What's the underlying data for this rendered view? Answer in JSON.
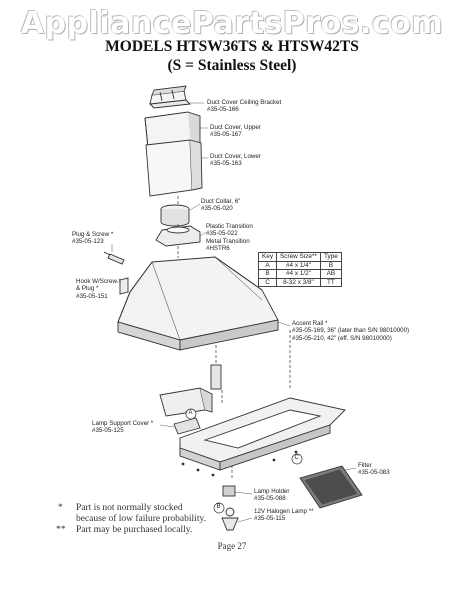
{
  "watermark": "AppliancePartsPros.com",
  "title": {
    "line1": "MODELS HTSW36TS & HTSW42TS",
    "line2": "(S = Stainless Steel)"
  },
  "parts": {
    "bracket": {
      "name": "Duct Cover Ceiling Bracket",
      "num": "#35-05-166"
    },
    "upper": {
      "name": "Duct Cover, Upper",
      "num": "#35-05-167"
    },
    "lower": {
      "name": "Duct Cover, Lower",
      "num": "#35-05-163"
    },
    "collar": {
      "name": "Duct Collar, 6\"",
      "num": "#35-05-020"
    },
    "transition": {
      "l1": "Plastic Transition",
      "l2": "#35-05-022",
      "l3": "Metal Transition",
      "l4": "#HSTR6"
    },
    "plug": {
      "name": "Plug & Screw *",
      "num": "#35-05-123"
    },
    "hook": {
      "l1": "Hook W/Screw *",
      "l2": "& Plug *",
      "l3": "#35-05-151"
    },
    "rail": {
      "l1": "Accent Rail *",
      "l2": "#35-05-169, 36\" (later than S/N 98010000)",
      "l3": "#35-05-210, 42\" (eff. S/N 98010000)"
    },
    "lampcover": {
      "name": "Lamp Support Cover *",
      "num": "#35-05-125"
    },
    "filter": {
      "name": "Filter",
      "num": "#35-05-083"
    },
    "holder": {
      "name": "Lamp Holder",
      "num": "#35-05-088"
    },
    "lamp": {
      "name": "12V Halogen Lamp **",
      "num": "#35-05-115"
    }
  },
  "key_table": {
    "headers": [
      "Key",
      "Screw Size**",
      "Type"
    ],
    "rows": [
      [
        "A",
        "#4 x 1/4\"",
        "B"
      ],
      [
        "B",
        "#4 x 1/2\"",
        "AB"
      ],
      [
        "C",
        "8-32 x 3/8\"",
        "TT"
      ]
    ]
  },
  "callouts": {
    "a": "A",
    "b": "B",
    "c": "C"
  },
  "notes": {
    "n1_mark": "*",
    "n1_l1": "Part is not normally stocked",
    "n1_l2": "because of low failure probability.",
    "n2_mark": "**",
    "n2_l1": "Part may be purchased locally."
  },
  "page": "Page 27"
}
